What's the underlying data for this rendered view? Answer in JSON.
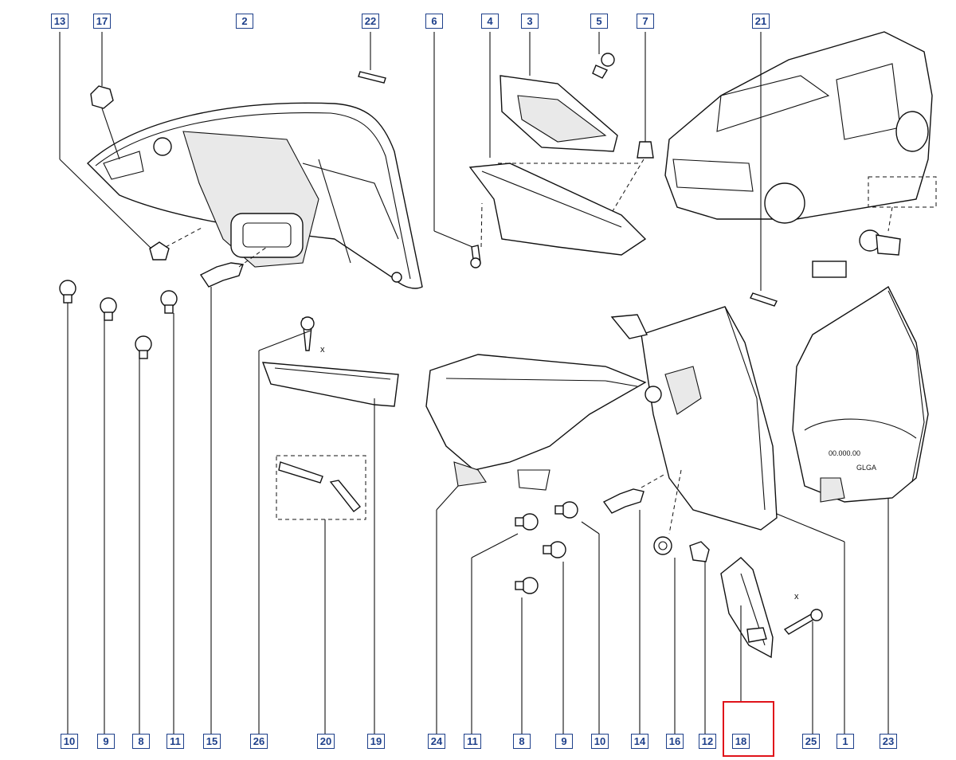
{
  "diagram": {
    "top_callouts": [
      "13",
      "17",
      "2",
      "22",
      "6",
      "4",
      "3",
      "5",
      "7",
      "21"
    ],
    "bottom_callouts": [
      "10",
      "9",
      "8",
      "11",
      "15",
      "26",
      "20",
      "19",
      "24",
      "11",
      "8",
      "9",
      "10",
      "14",
      "16",
      "12",
      "18",
      "25",
      "1",
      "23"
    ],
    "highlighted_part": "18",
    "colors": {
      "callout_border": "#1d3f8a",
      "callout_text": "#1d3f8a",
      "highlight": "#e0131a",
      "drawing": "#111111"
    },
    "small_marks": {
      "axis_mark_a": "x",
      "axis_mark_b": "x"
    },
    "lamp_markings": {
      "part_code": "00.000.00",
      "brand_mark": "GLGA"
    }
  }
}
